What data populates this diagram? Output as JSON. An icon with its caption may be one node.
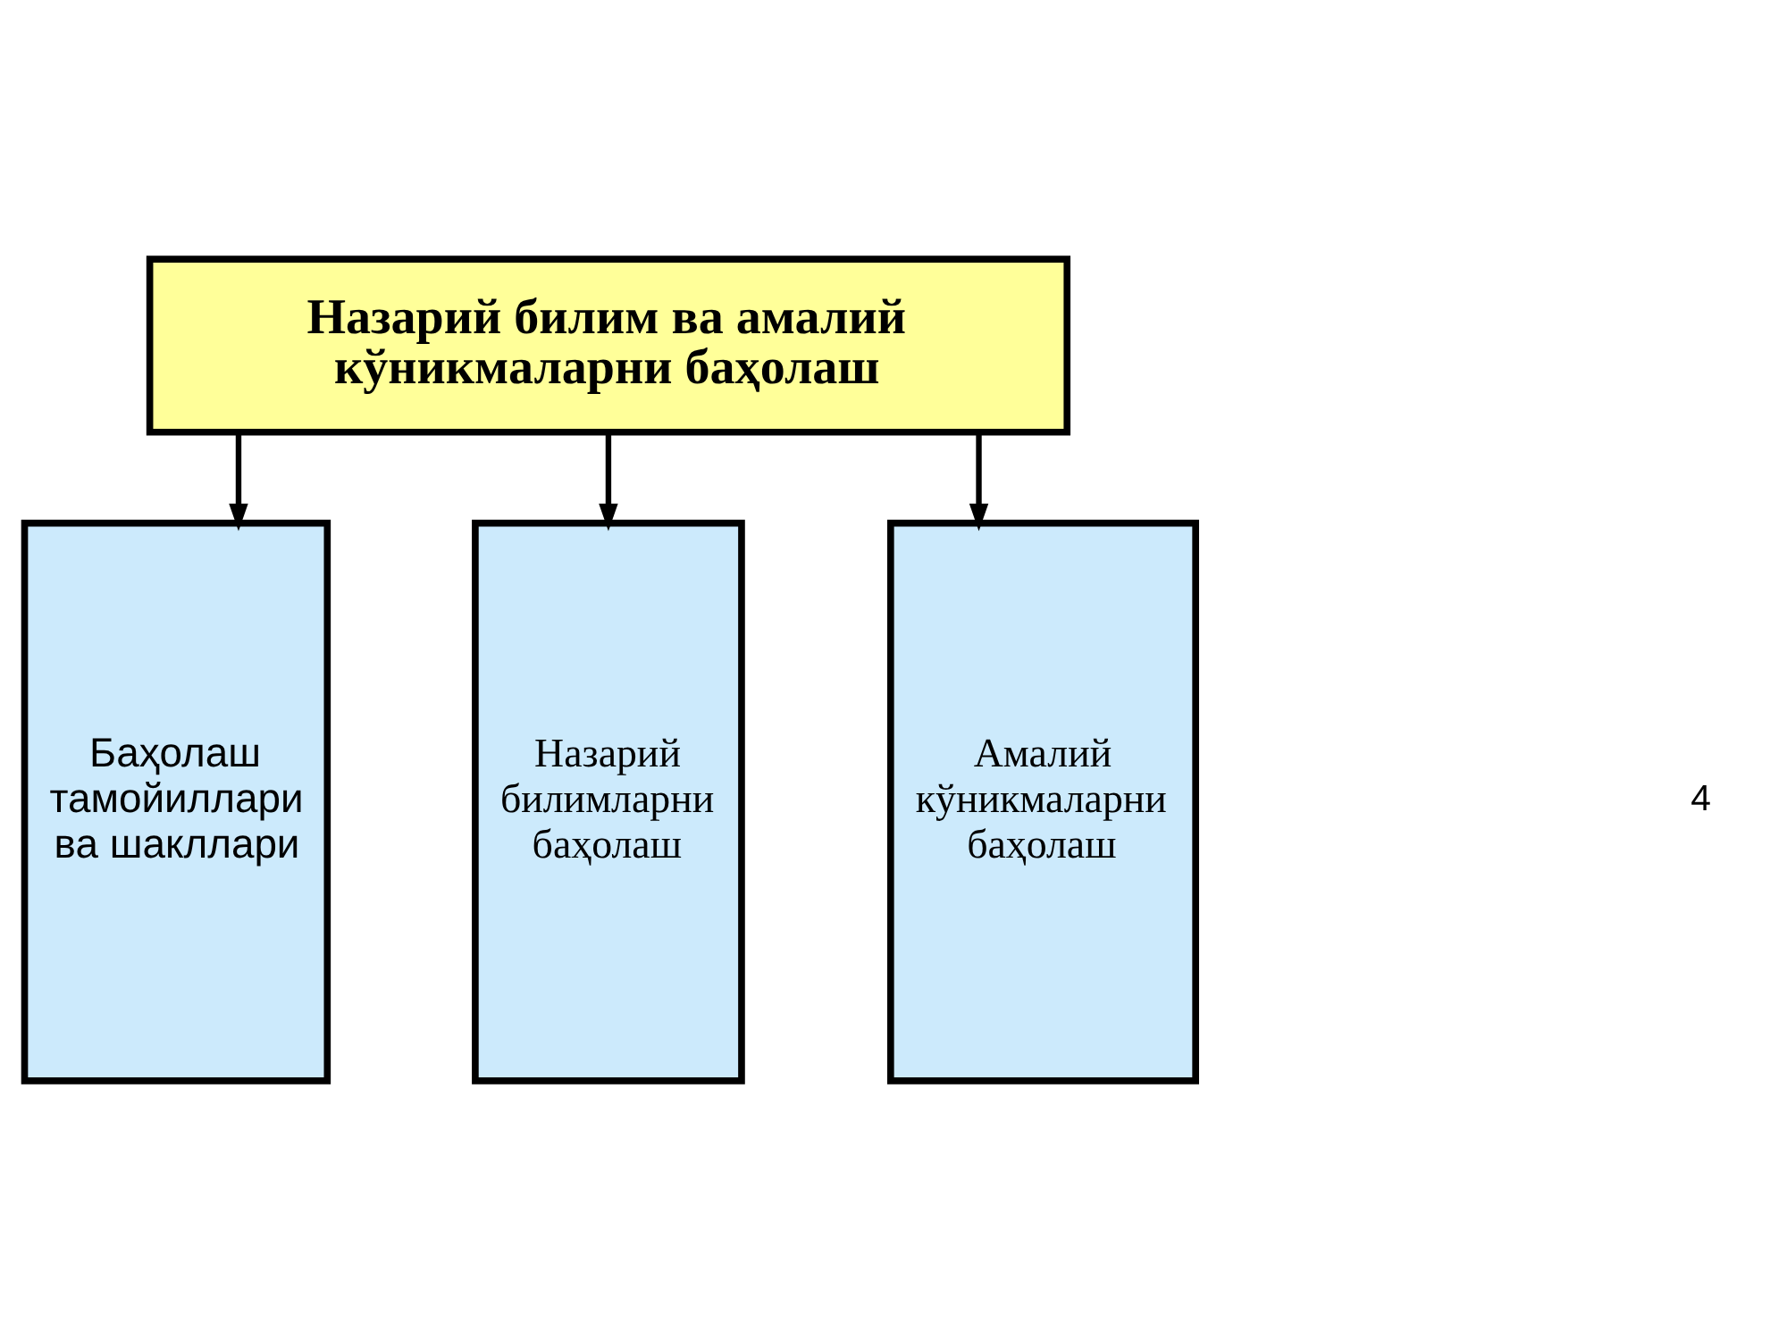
{
  "diagram": {
    "nodes": [
      {
        "text": [
          "Назарий билим ва амалий кўникмаларни баҳолаш"
        ]
      },
      {
        "text": [
          "Баҳолаш тамойиллари ва шакллари"
        ]
      },
      {
        "text": [
          "Назарий билимларни баҳолаш"
        ]
      },
      {
        "text": [
          "Амалий кўникмаларни баҳолаш"
        ]
      }
    ],
    "edges": [
      {
        "from": 0,
        "to": 1,
        "arrow": "to"
      },
      {
        "from": 0,
        "to": 2,
        "arrow": "to"
      },
      {
        "from": 0,
        "to": 3,
        "arrow": "to"
      }
    ],
    "labels": [
      "4"
    ]
  }
}
